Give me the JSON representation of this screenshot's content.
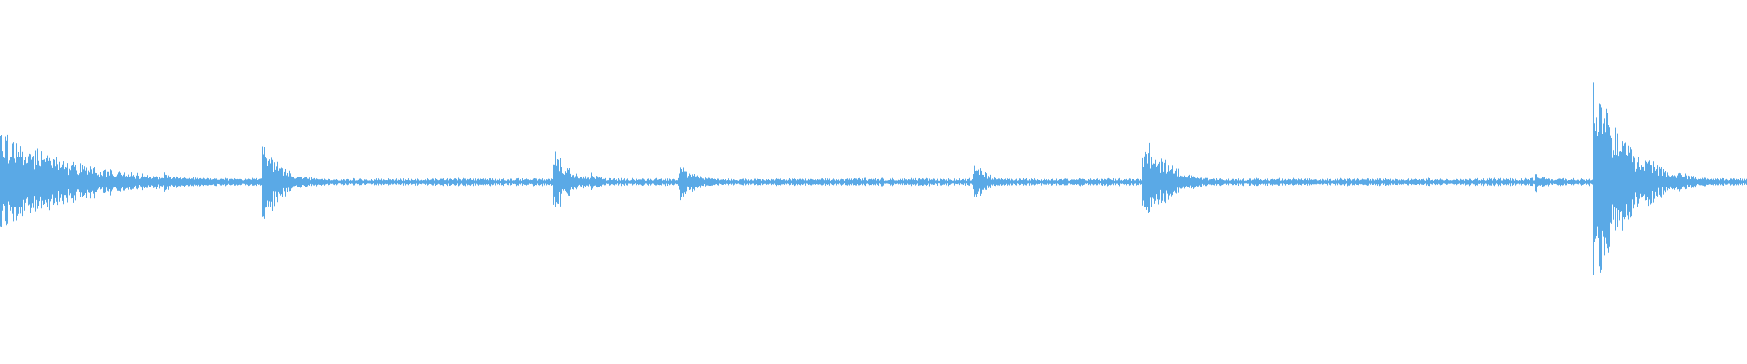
{
  "waveform": {
    "color": "#5aa9e6",
    "baseline_amplitude": 0.02,
    "events": [
      {
        "time": 0.0,
        "peak": 0.28,
        "decay": 0.045,
        "label": ""
      },
      {
        "time": 0.025,
        "peak": 0.12,
        "decay": 0.02,
        "label": ""
      },
      {
        "time": 0.095,
        "peak": 0.05,
        "decay": 0.008,
        "label": ""
      },
      {
        "time": 0.151,
        "peak": 0.23,
        "decay": 0.012,
        "label": ""
      },
      {
        "time": 0.318,
        "peak": 0.17,
        "decay": 0.01,
        "label": ""
      },
      {
        "time": 0.34,
        "peak": 0.05,
        "decay": 0.006,
        "label": ""
      },
      {
        "time": 0.39,
        "peak": 0.09,
        "decay": 0.012,
        "label": ""
      },
      {
        "time": 0.558,
        "peak": 0.11,
        "decay": 0.008,
        "label": ""
      },
      {
        "time": 0.655,
        "peak": 0.25,
        "decay": 0.015,
        "label": ""
      },
      {
        "time": 0.88,
        "peak": 0.05,
        "decay": 0.006,
        "label": ""
      },
      {
        "time": 0.913,
        "peak": 0.55,
        "decay": 0.02,
        "label": ""
      }
    ]
  }
}
